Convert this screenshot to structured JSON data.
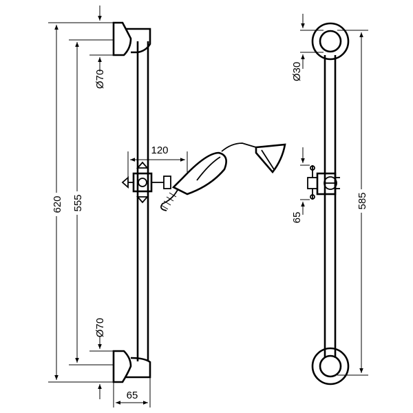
{
  "dimensions": {
    "total_height": "620",
    "bracket_spacing": "555",
    "bracket_diameter_top": "Ø70",
    "bracket_diameter_bottom": "Ø70",
    "holder_offset": "120",
    "bracket_depth": "65",
    "rosette_diameter": "Ø30",
    "rosette_spacing": "585",
    "holder_depth": "65"
  }
}
